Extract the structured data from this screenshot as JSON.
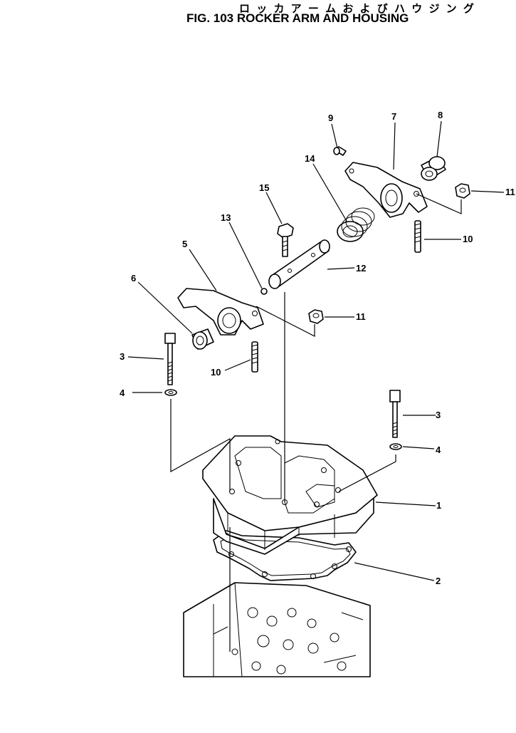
{
  "figure": {
    "title_jp": "ロ ッ カ ア ー ム お よ び ハ ウ ジ ン グ",
    "title_en": "FIG. 103  ROCKER ARM AND HOUSING"
  },
  "callouts": {
    "c1": "1",
    "c2": "2",
    "c3a": "3",
    "c3b": "3",
    "c4a": "4",
    "c4b": "4",
    "c5": "5",
    "c6": "6",
    "c7": "7",
    "c8": "8",
    "c9": "9",
    "c10a": "10",
    "c10b": "10",
    "c11a": "11",
    "c11b": "11",
    "c12": "12",
    "c13": "13",
    "c14": "14",
    "c15": "15"
  },
  "parts": [
    "housing",
    "gasket",
    "bolt",
    "washer",
    "rocker-arm",
    "bushing",
    "rocker-arm",
    "bushing",
    "screw",
    "adjusting-screw",
    "nut",
    "rocker-shaft",
    "ball",
    "spring",
    "bolt"
  ]
}
